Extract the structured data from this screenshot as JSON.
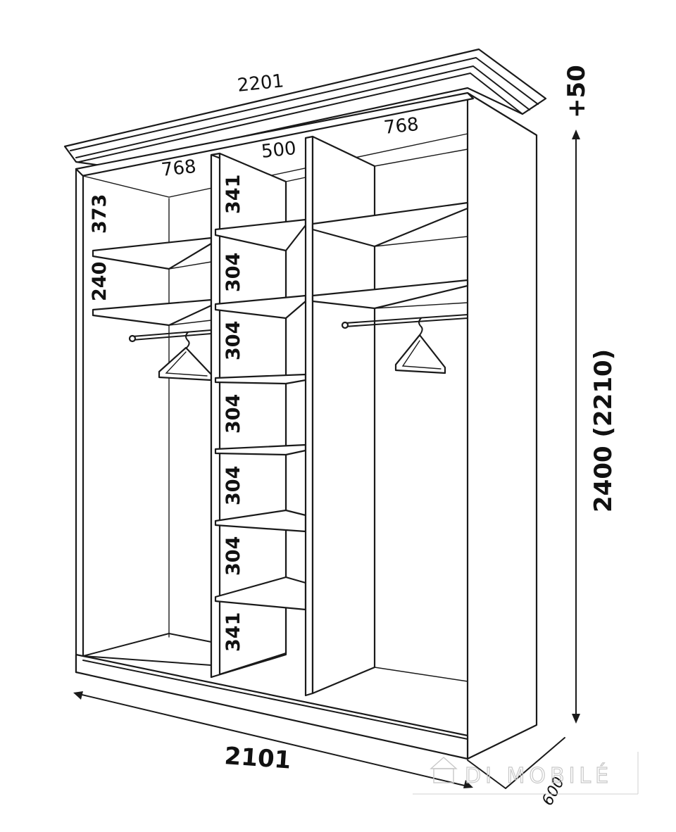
{
  "diagram": {
    "dimensions": {
      "top_width": "2201",
      "bottom_width": "2101",
      "height": "2400 (2210)",
      "cornice": "+50",
      "depth": "600",
      "left_section_width": "768",
      "middle_section_width": "500",
      "right_section_width": "768",
      "left_shelf_top": "373",
      "left_shelf_second": "240",
      "middle_shelves": [
        "341",
        "304",
        "304",
        "304",
        "304",
        "304",
        "341"
      ]
    },
    "watermark": "DI MOBILÉ",
    "colors": {
      "line": "#1a1a1a",
      "background": "#ffffff",
      "watermark": "#c8c8c8"
    }
  }
}
